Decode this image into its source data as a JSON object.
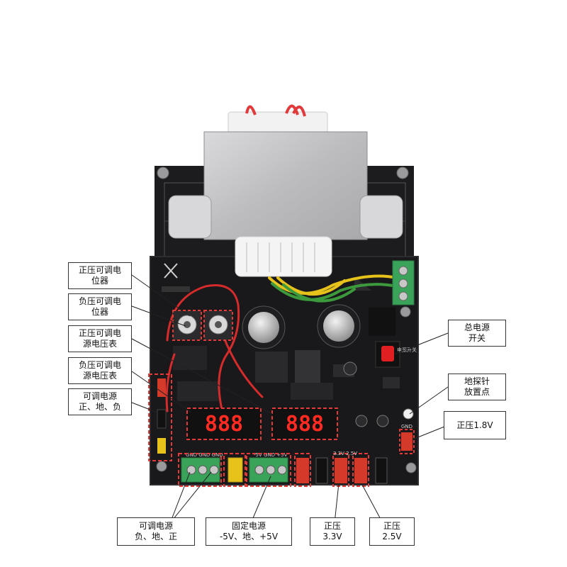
{
  "board": {
    "colors": {
      "pcb": "#1b1b1d",
      "transformer": "#c9c9cb",
      "terminal_green": "#3aa35a",
      "header_red": "#d43a2a",
      "highlight": "#e53935",
      "segment_red": "#ff2a22"
    },
    "silkscreen": {
      "power_switch": "电源开关",
      "gnd": "GND",
      "terminals_left": "GND GND GND",
      "terminals_mid": "-5V GND +5V",
      "voltages_right": "3.3V 2.5V"
    },
    "displays": {
      "left": "888",
      "right": "888"
    }
  },
  "callouts": {
    "pos_pot": {
      "line1": "正压可调电",
      "line2": "位器"
    },
    "neg_pot": {
      "line1": "负压可调电",
      "line2": "位器"
    },
    "pos_meter": {
      "line1": "正压可调电",
      "line2": "源电压表"
    },
    "neg_meter": {
      "line1": "负压可调电",
      "line2": "源电压表"
    },
    "adj_header": {
      "line1": "可调电源",
      "line2": "正、地、负"
    },
    "main_switch": {
      "line1": "总电源",
      "line2": "开关"
    },
    "gnd_probe": {
      "line1": "地探针",
      "line2": "放置点"
    },
    "pos_1v8": {
      "line1": "正压1.8V"
    },
    "adj_terminal": {
      "line1": "可调电源",
      "line2": "负、地、正"
    },
    "fixed_terminal": {
      "line1": "固定电源",
      "line2": "-5V、地、+5V"
    },
    "pos_3v3": {
      "line1": "正压",
      "line2": "3.3V"
    },
    "pos_2v5": {
      "line1": "正压",
      "line2": "2.5V"
    }
  }
}
